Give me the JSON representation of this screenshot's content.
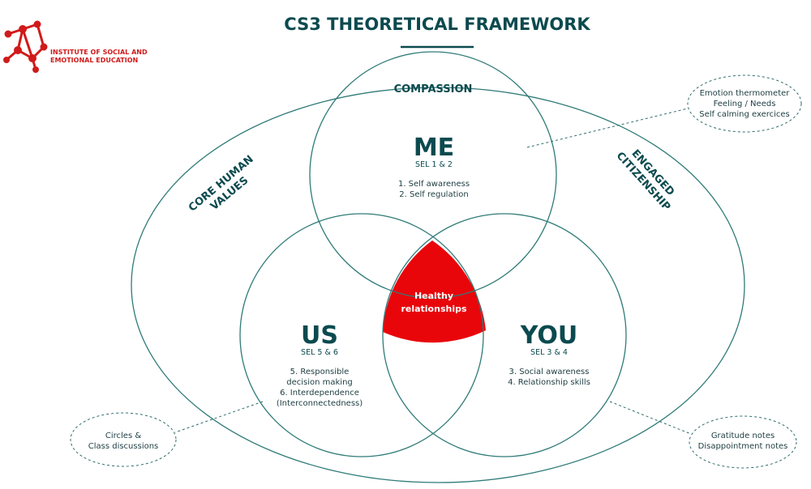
{
  "header": {
    "title": "CS3 THEORETICAL FRAMEWORK",
    "logo_line1": "INSTITUTE OF SOCIAL AND",
    "logo_line2": "EMOTIONAL EDUCATION"
  },
  "outer": {
    "top_label": "COMPASSION",
    "left_label_line1": "CORE HUMAN",
    "left_label_line2": "VALUES",
    "right_label_line1": "ENGAGED",
    "right_label_line2": "CITIZENSHIP"
  },
  "circles": {
    "me": {
      "title": "ME",
      "sel": "SEL 1 & 2",
      "line1": "1. Self awareness",
      "line2": "2. Self regulation"
    },
    "us": {
      "title": "US",
      "sel": "SEL 5 & 6",
      "line1": "5. Responsible",
      "line2": "decision making",
      "line3": "6. Interdependence",
      "line4": "(Interconnectedness)"
    },
    "you": {
      "title": "YOU",
      "sel": "SEL 3 & 4",
      "line1": "3. Social awareness",
      "line2": "4. Relationship skills"
    }
  },
  "center": {
    "line1": "Healthy",
    "line2": "relationships"
  },
  "notes": {
    "top_right": {
      "line1": "Emotion thermometer",
      "line2": "Feeling / Needs",
      "line3": "Self calming exercices"
    },
    "bottom_left": {
      "line1": "Circles &",
      "line2": "Class discussions"
    },
    "bottom_right": {
      "line1": "Gratitude notes",
      "line2": "Disappointment notes"
    }
  },
  "colors": {
    "teal": "#0b4a4f",
    "ring": "#2f7b78",
    "red": "#e8060b",
    "logo_red": "#d11a1a"
  }
}
